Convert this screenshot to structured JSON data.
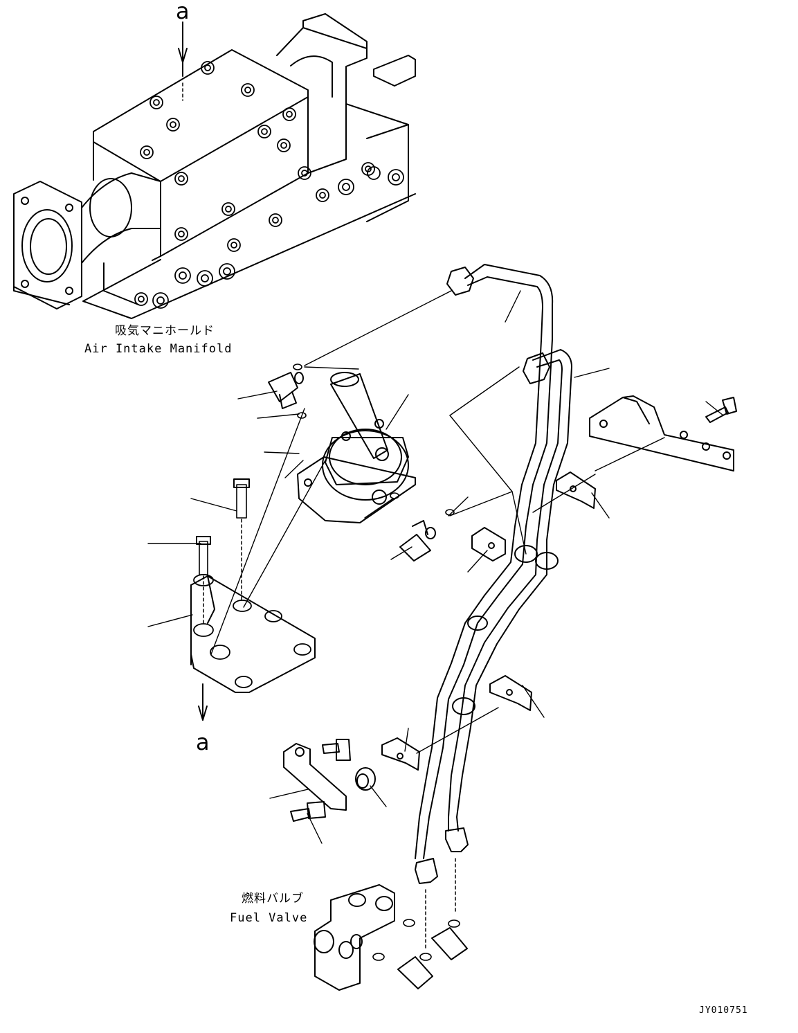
{
  "view_marker": "a",
  "labels": {
    "manifold_jp": "吸気マニホールド",
    "manifold_en": "Air Intake Manifold",
    "valve_jp": "燃料バルブ",
    "valve_en": "Fuel Valve"
  },
  "drawing_code": "JY010751"
}
